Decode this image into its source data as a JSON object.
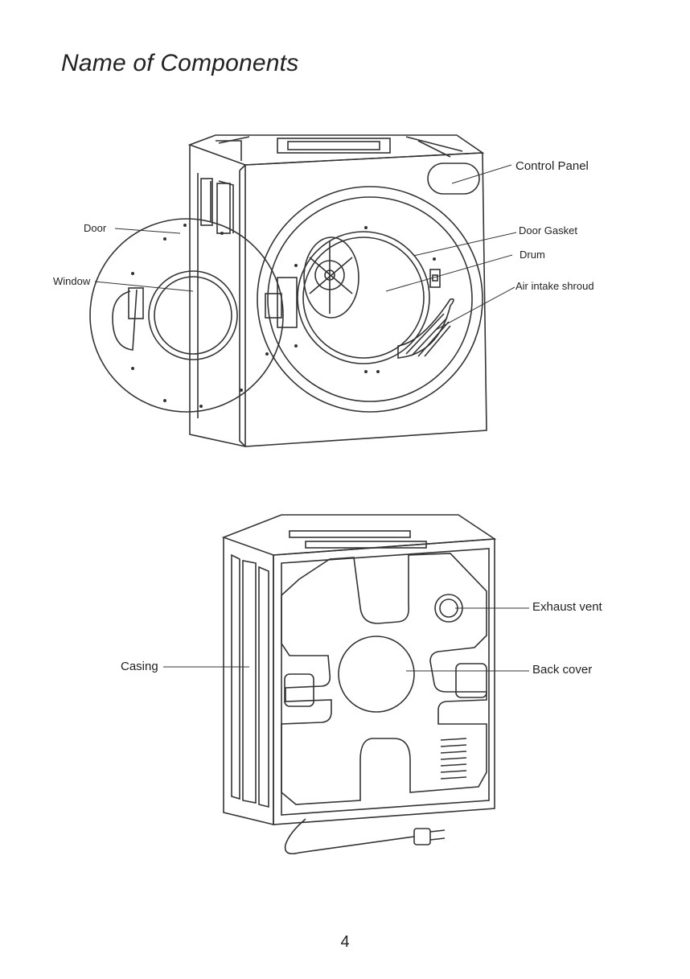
{
  "page": {
    "title": "Name of Components",
    "page_number": "4"
  },
  "front_view": {
    "labels": {
      "control_panel": "Control Panel",
      "door": "Door",
      "door_gasket": "Door Gasket",
      "drum": "Drum",
      "window": "Window",
      "air_intake_shroud": "Air intake shroud"
    }
  },
  "back_view": {
    "labels": {
      "exhaust_vent": "Exhaust vent",
      "casing": "Casing",
      "back_cover": "Back cover"
    }
  }
}
